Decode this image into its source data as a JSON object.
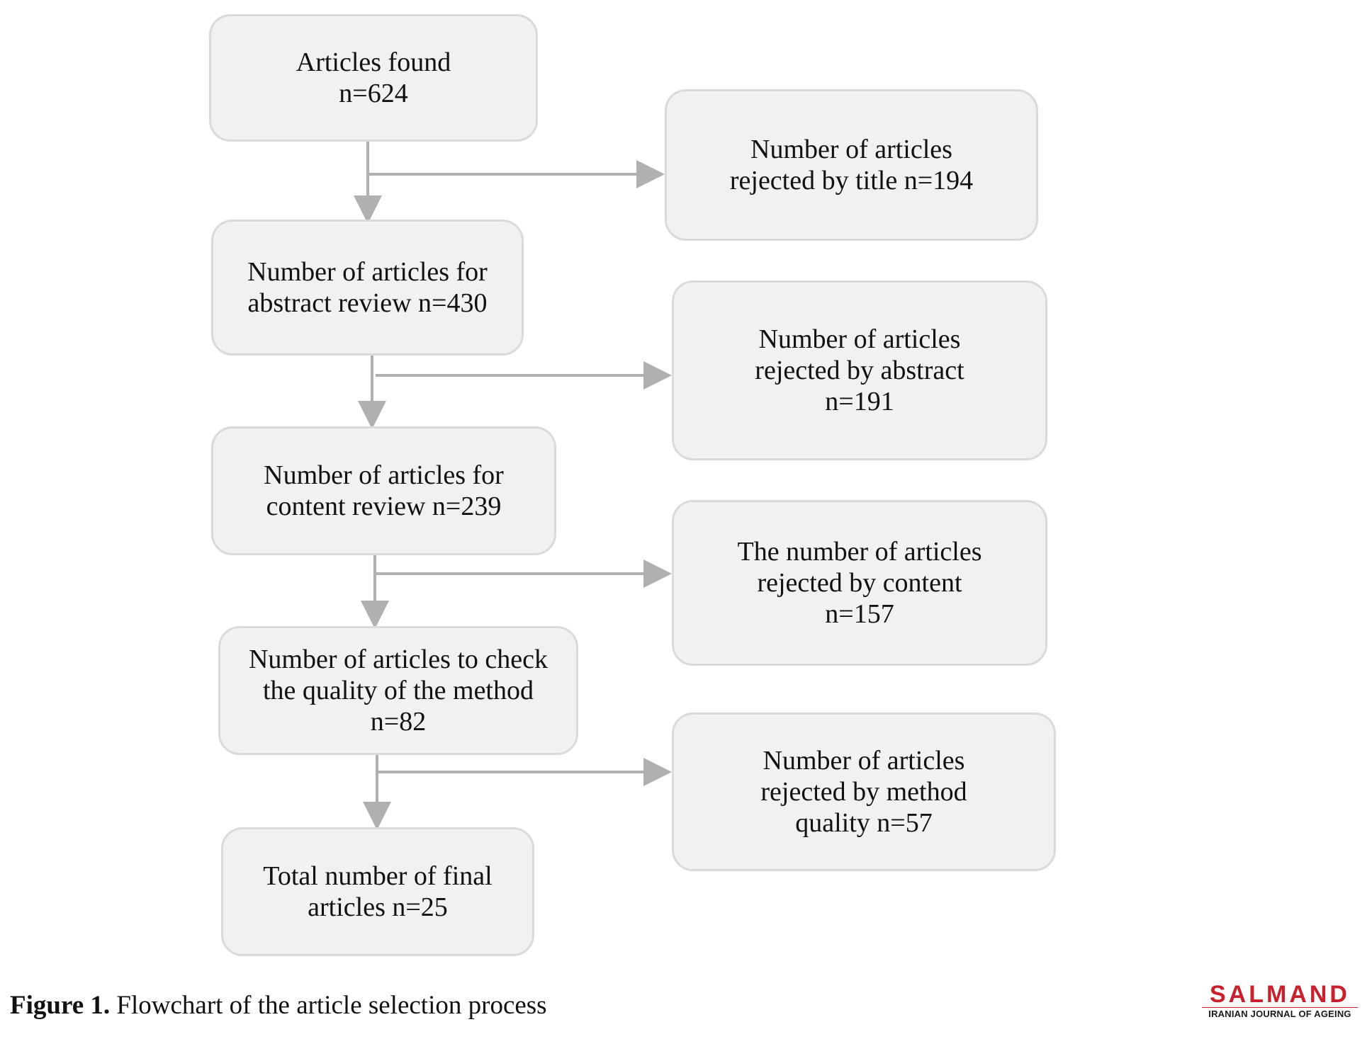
{
  "flowchart": {
    "main_steps": [
      {
        "id": "found",
        "lines": [
          "Articles found",
          "n=624"
        ]
      },
      {
        "id": "abstract-review",
        "lines": [
          "Number of articles for",
          "abstract review n=430"
        ]
      },
      {
        "id": "content-review",
        "lines": [
          "Number of articles for",
          "content review n=239"
        ]
      },
      {
        "id": "method-check",
        "lines": [
          "Number of articles to check",
          "the quality of the method",
          "n=82"
        ]
      },
      {
        "id": "final",
        "lines": [
          "Total number of final",
          "articles n=25"
        ]
      }
    ],
    "rejections": [
      {
        "id": "rejected-title",
        "lines": [
          "Number of articles",
          "rejected by title n=194"
        ]
      },
      {
        "id": "rejected-abstract",
        "lines": [
          "Number of articles",
          "rejected by abstract",
          "n=191"
        ]
      },
      {
        "id": "rejected-content",
        "lines": [
          "The number of articles",
          "rejected by content",
          "n=157"
        ]
      },
      {
        "id": "rejected-method",
        "lines": [
          "Number of articles",
          "rejected by method",
          "quality n=57"
        ]
      }
    ]
  },
  "caption": {
    "label": "Figure 1.",
    "text": " Flowchart of the article selection process"
  },
  "logo": {
    "name": "SALMAND",
    "subtitle": "IRANIAN JOURNAL OF AGEING"
  },
  "colors": {
    "box_fill": "#f1f1f1",
    "box_border": "#dadada",
    "connector": "#b0b0b0",
    "logo_red": "#c8202c"
  }
}
